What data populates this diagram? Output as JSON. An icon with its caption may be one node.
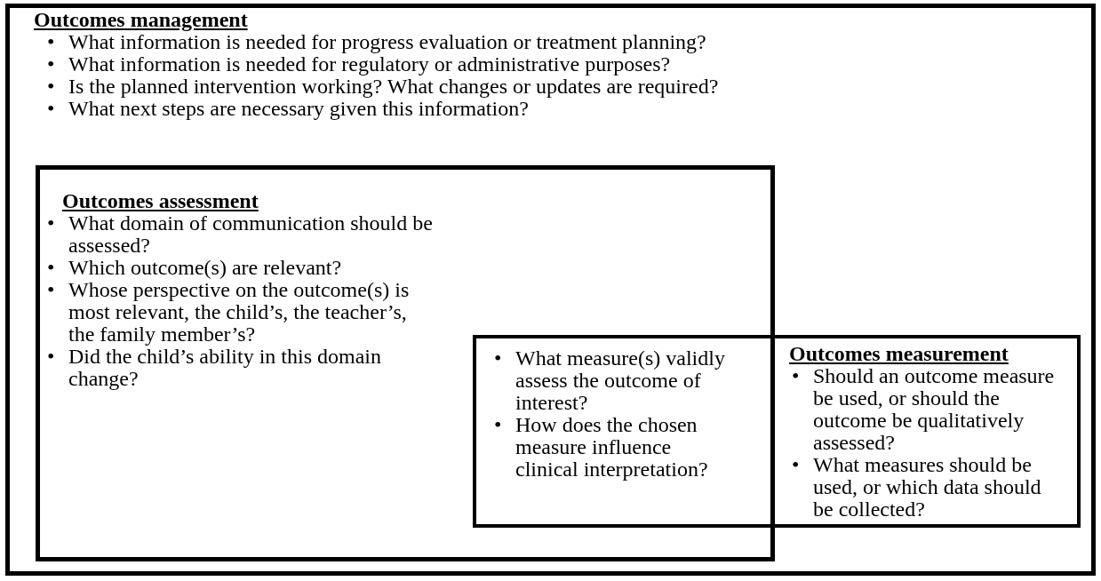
{
  "diagram": {
    "nodes": [
      {
        "text": [
          "Outcomes management",
          "•",
          "What information is needed for progress evaluation or treatment planning?",
          "•",
          "What information is needed for regulatory or administrative purposes?",
          "•",
          "Is the planned intervention working? What changes or updates are required?",
          "•",
          "What next steps are necessary given this information?"
        ]
      },
      {
        "text": [
          "Outcomes assessment",
          "•",
          "What domain of communication should be assessed?",
          "•",
          "Which outcome(s) are relevant?",
          "•",
          "Whose perspective on the outcome(s) is most relevant, the child’s, the teacher’s, the family member’s?",
          "•",
          "Did the child’s ability in this domain change?"
        ],
        "in": 0
      },
      {
        "text": [
          "Outcomes measurement",
          "•",
          "Should an outcome measure be used, or should the outcome be qualitatively assessed?",
          "•",
          "What measures should be used, or which data should be collected?"
        ],
        "in": 0
      }
    ],
    "labels": [
      "•",
      "What measure(s) validly assess the outcome of interest?",
      "•",
      "How does the chosen measure influence clinical interpretation?"
    ]
  }
}
